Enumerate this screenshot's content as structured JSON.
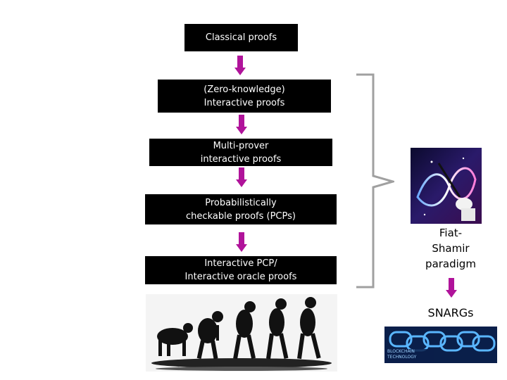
{
  "chain": {
    "box1": "Classical proofs",
    "box2": "(Zero-knowledge)\nInteractive proofs",
    "box3": "Multi-prover\ninteractive proofs",
    "box4": "Probabilistically\ncheckable proofs (PCPs)",
    "box5": "Interactive PCP/\nInteractive oracle proofs"
  },
  "side": {
    "transform_label": "Fiat-\nShamir\nparadigm",
    "result_label": "SNARGs",
    "blockchain_caption": "BLOCKCHAIN\nTECHNOLOGY"
  },
  "colors": {
    "arrow": "#b0139a",
    "box": "#000000",
    "bracket": "#a0a0a0"
  }
}
